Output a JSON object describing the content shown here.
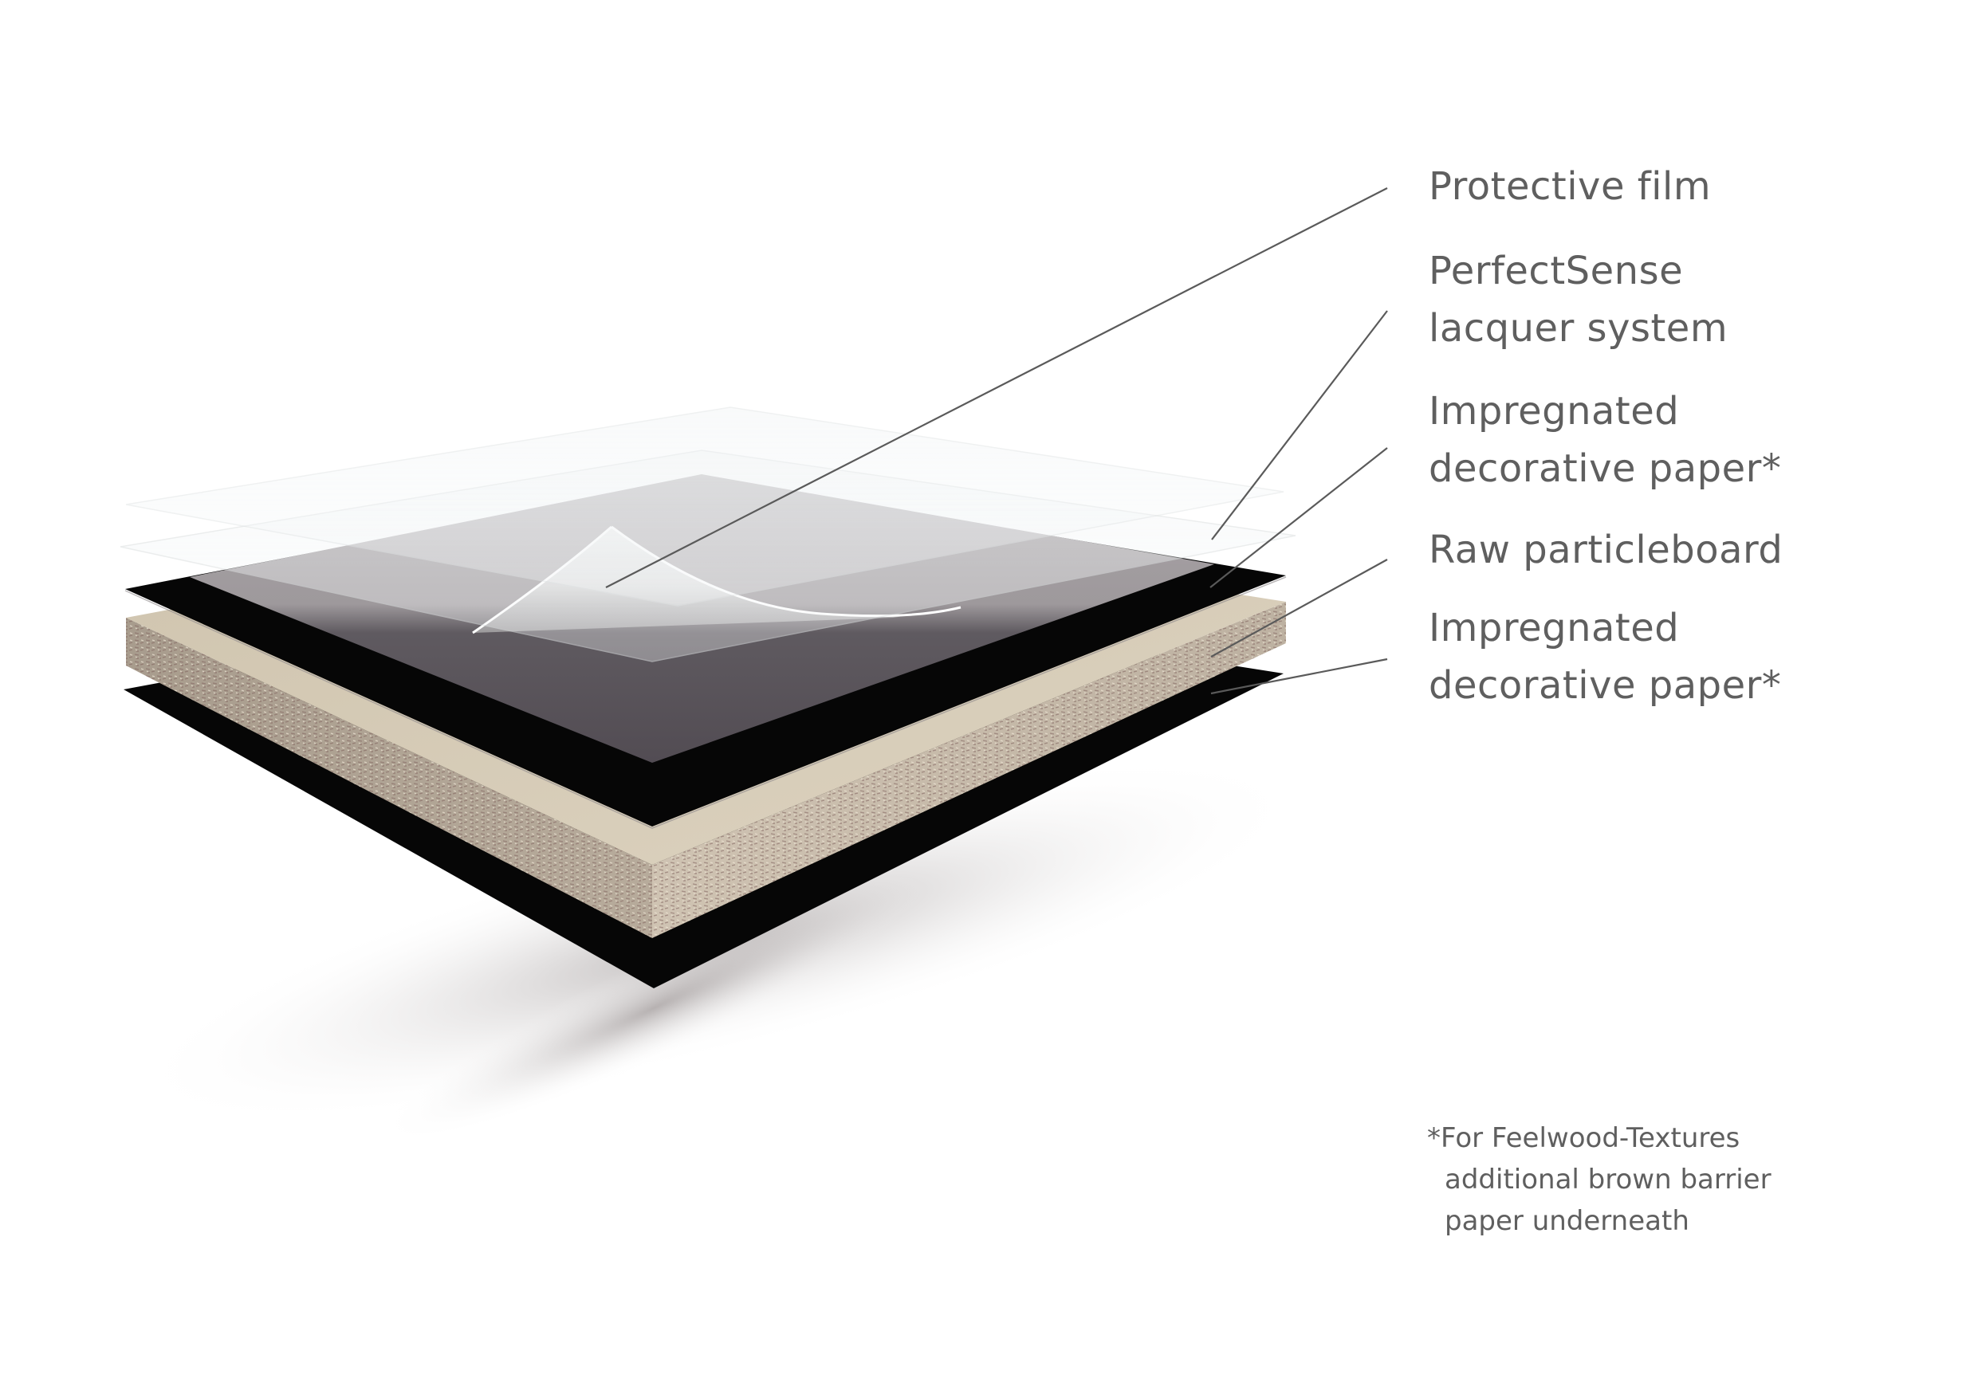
{
  "diagram": {
    "type": "exploded layer diagram",
    "subject": "laminated particleboard panel build-up",
    "labels": [
      {
        "id": "protective-film",
        "lines": [
          "Protective film"
        ]
      },
      {
        "id": "perfectsense-lacquer",
        "lines": [
          "PerfectSense",
          "lacquer system"
        ]
      },
      {
        "id": "impregnated-paper-top",
        "lines": [
          "Impregnated",
          "decorative paper*"
        ]
      },
      {
        "id": "raw-particleboard",
        "lines": [
          "Raw particleboard"
        ]
      },
      {
        "id": "impregnated-paper-bottom",
        "lines": [
          "Impregnated",
          "decorative paper*"
        ]
      }
    ],
    "footnote": {
      "lines": [
        "*For Feelwood-Textures",
        "additional brown barrier",
        "paper underneath"
      ]
    },
    "layers_top_to_bottom": [
      "Protective film",
      "PerfectSense lacquer system",
      "Impregnated decorative paper",
      "Raw particleboard",
      "Impregnated decorative paper"
    ]
  },
  "colors": {
    "text": "#5f5f5f",
    "leader_line": "#5a5a5a",
    "film": "#eef2f3",
    "decor_black": "#060606",
    "decor_gray_front": "#57515a",
    "decor_gray_back": "#a7a2a5",
    "particleboard_top": "#d6ccb6",
    "particleboard_edge": "#b9ad9c",
    "background": "#ffffff"
  }
}
